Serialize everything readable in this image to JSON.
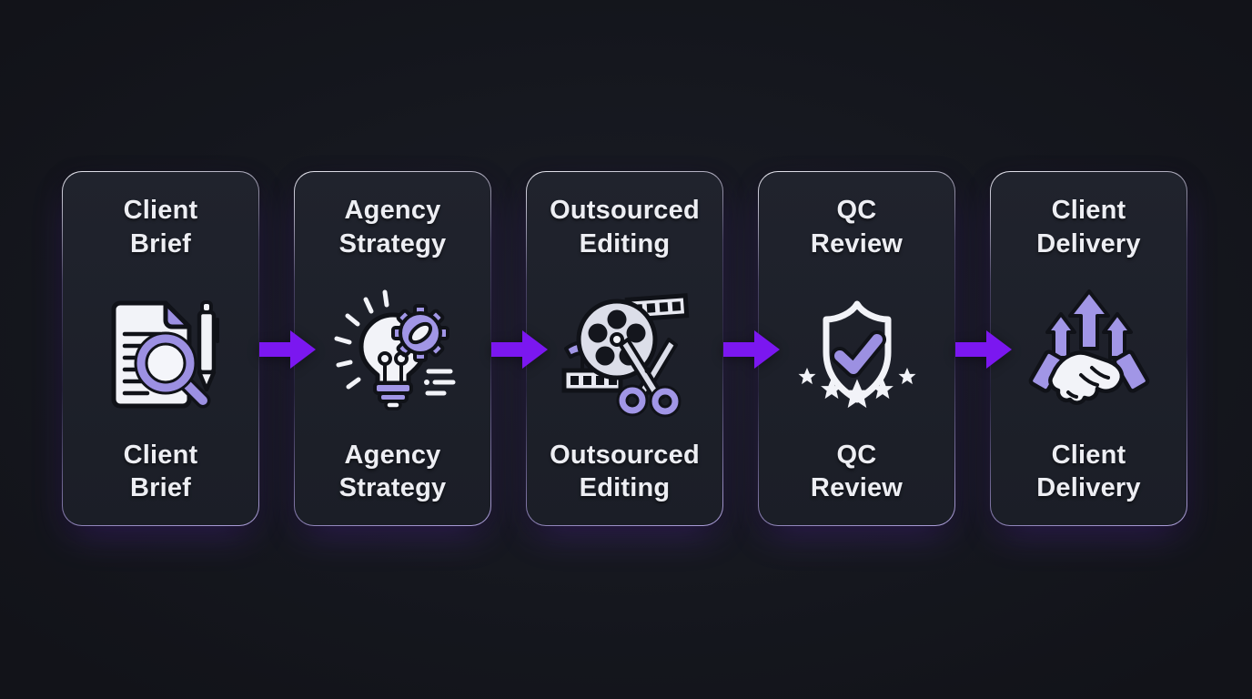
{
  "colors": {
    "background": "#15171e",
    "card_background": "#1e212b",
    "arrow": "#7b17f0",
    "icon_purple": "#a196e6",
    "icon_white": "#f2f3f8",
    "title_text": "#edeef3"
  },
  "flow": {
    "direction": "left-to-right",
    "connector_count": 4,
    "step_count": 5
  },
  "steps": [
    {
      "id": "client-brief",
      "title": "Client\nBrief",
      "caption": "Client\nBrief",
      "icon": "document-magnifier-pen-icon"
    },
    {
      "id": "agency-strategy",
      "title": "Agency\nStrategy",
      "caption": "Agency\nStrategy",
      "icon": "lightbulb-gear-icon"
    },
    {
      "id": "outsourced-editing",
      "title": "Outsourced\nEditing",
      "caption": "Outsourced\nEditing",
      "icon": "film-reel-scissors-icon"
    },
    {
      "id": "qc-review",
      "title": "QC\nReview",
      "caption": "QC\nReview",
      "icon": "shield-checkmark-stars-icon"
    },
    {
      "id": "client-delivery",
      "title": "Client\nDelivery",
      "caption": "Client\nDelivery",
      "icon": "handshake-growth-arrows-icon"
    }
  ]
}
